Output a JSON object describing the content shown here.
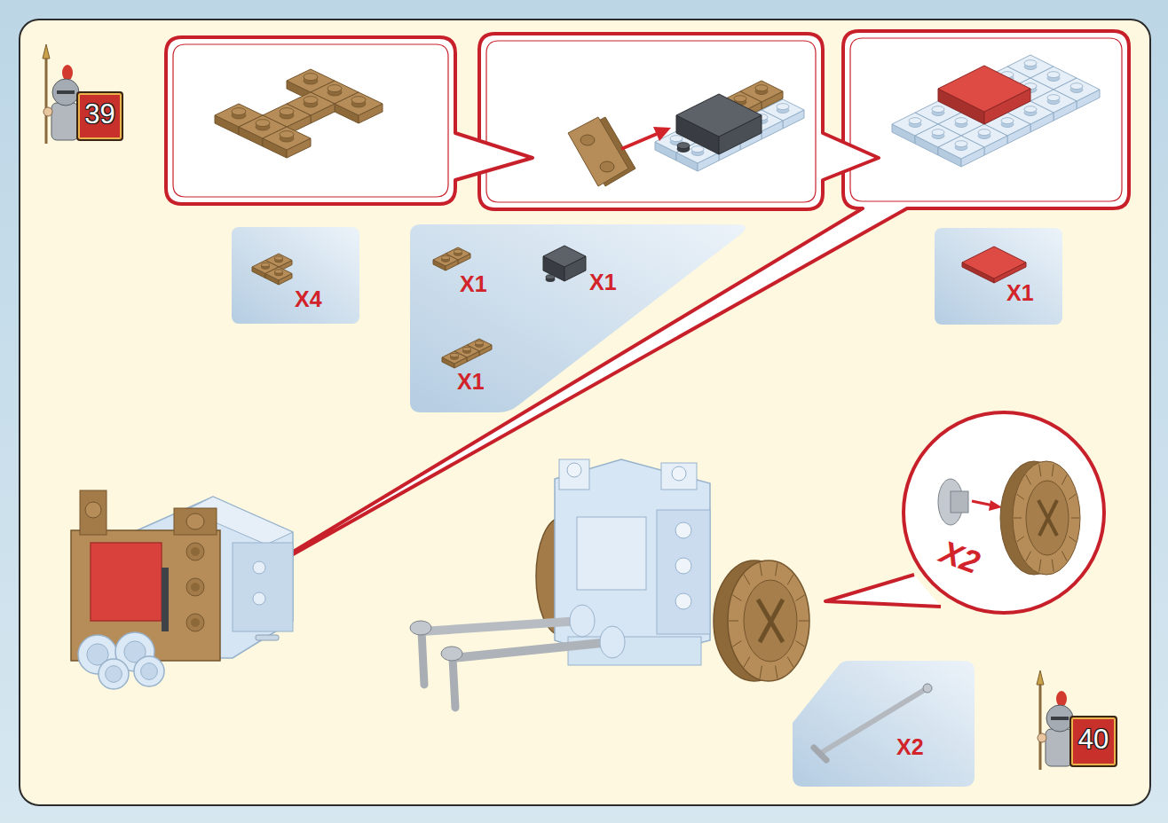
{
  "diagram": {
    "nodes": [
      {
        "text": [
          "39"
        ]
      },
      {
        "text": [
          "X4"
        ]
      },
      {
        "text": [
          "X1",
          "X1",
          "X1"
        ]
      },
      {
        "text": [
          "X1"
        ]
      },
      {
        "text": [
          "X2"
        ]
      },
      {
        "text": [
          "X2"
        ]
      },
      {
        "text": [
          "40"
        ]
      }
    ]
  }
}
